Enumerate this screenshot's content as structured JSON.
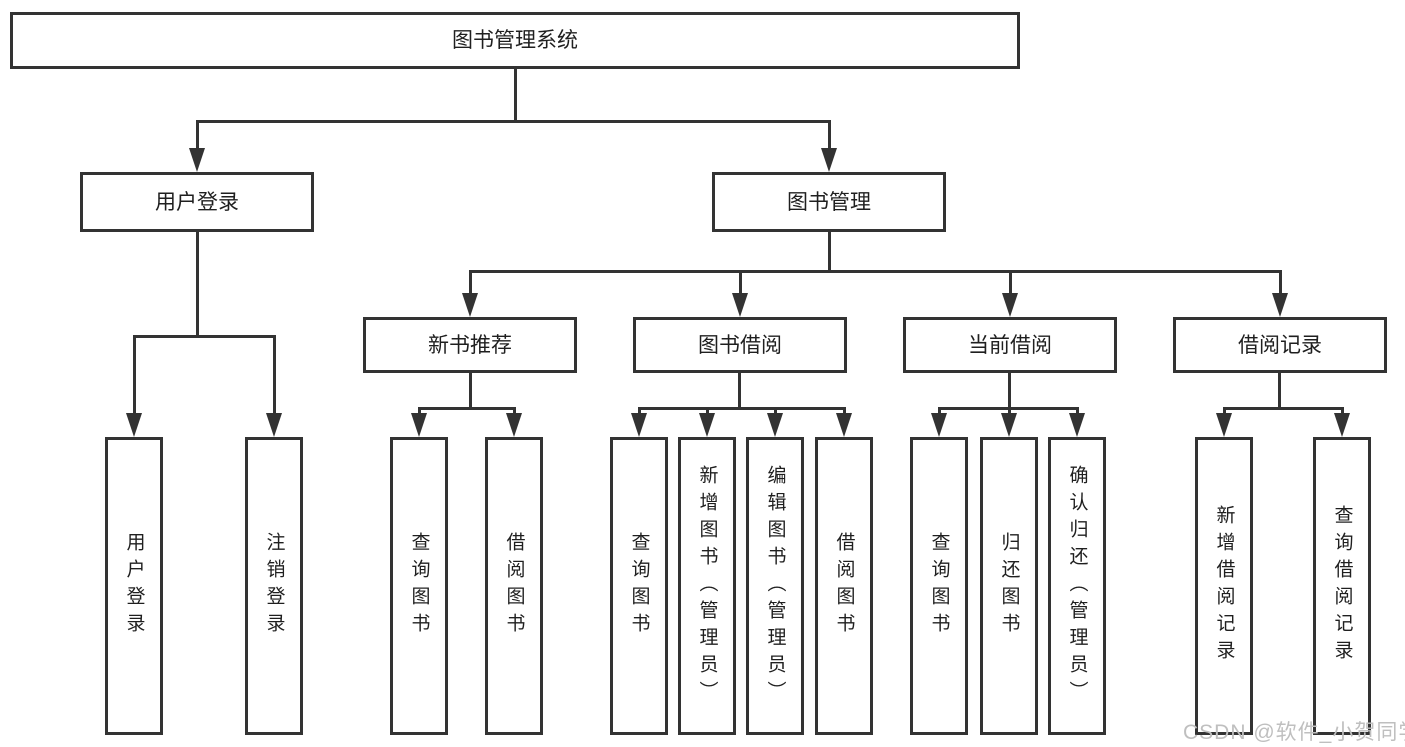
{
  "colors": {
    "line": "#333333",
    "box_border": "#333333",
    "text": "#1f1f1f",
    "watermark": "#bfbfbf",
    "background": "#ffffff"
  },
  "diagram": {
    "root": {
      "label": "图书管理系统"
    },
    "level2": [
      {
        "label": "用户登录"
      },
      {
        "label": "图书管理"
      }
    ],
    "level3": [
      {
        "label": "新书推荐"
      },
      {
        "label": "图书借阅"
      },
      {
        "label": "当前借阅"
      },
      {
        "label": "借阅记录"
      }
    ],
    "leaves": [
      {
        "label": "用户登录"
      },
      {
        "label": "注销登录"
      },
      {
        "label": "查询图书"
      },
      {
        "label": "借阅图书"
      },
      {
        "label": "查询图书"
      },
      {
        "label": "新增图书（管理员）"
      },
      {
        "label": "编辑图书（管理员）"
      },
      {
        "label": "借阅图书"
      },
      {
        "label": "查询图书"
      },
      {
        "label": "归还图书"
      },
      {
        "label": "确认归还（管理员）"
      },
      {
        "label": "新增借阅记录"
      },
      {
        "label": "查询借阅记录"
      }
    ]
  },
  "watermark": {
    "text": "CSDN @软件_小贺同学"
  }
}
